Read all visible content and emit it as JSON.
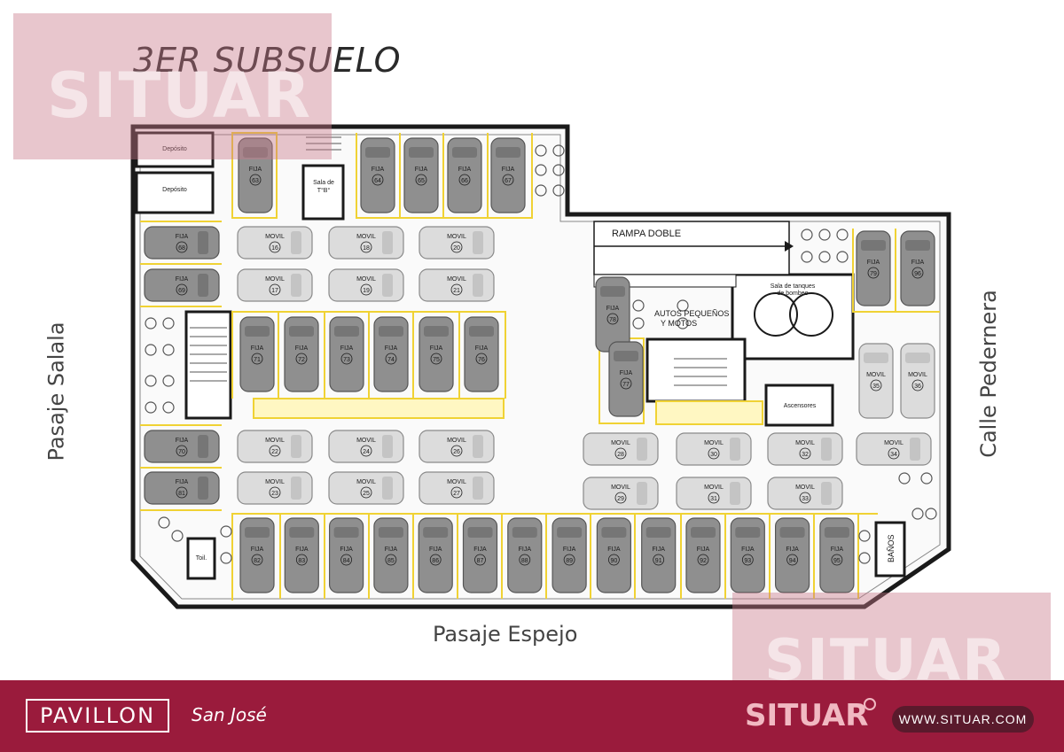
{
  "header": {
    "floor_title": "3ER SUBSUELO",
    "watermark": "SITUAR"
  },
  "streets": {
    "left": "Pasaje Salala",
    "right": "Calle Pedernera",
    "bottom": "Pasaje Espejo"
  },
  "footer": {
    "project": "PAVILLON",
    "location": "San José",
    "brand": "SITUAR",
    "website": "WWW.SITUAR.COM"
  },
  "rooms": {
    "deposito_1": "Depósito",
    "deposito_2": "Depósito",
    "sala_tgbt_1": "Sala de",
    "sala_tgbt_2": "T°B°",
    "rampa": "RAMPA DOBLE",
    "tanques_1": "Sala de tanques",
    "tanques_2": "de bombeo",
    "autos_1": "AUTOS PEQUEÑOS",
    "autos_2": "Y MOTOS",
    "ascensores": "Ascensores",
    "banos": "BAÑOS",
    "toilet": "Toil."
  },
  "fija_label": "FIJA",
  "movil_label": "MOVIL",
  "spots": {
    "fixed_top": [
      "63",
      "64",
      "65",
      "66",
      "67"
    ],
    "fixed_right_top": [
      "79",
      "96"
    ],
    "fixed_left": [
      "68",
      "69",
      "70",
      "81"
    ],
    "fixed_center": [
      "71",
      "72",
      "73",
      "74",
      "75",
      "76"
    ],
    "fixed_side": [
      "78",
      "77"
    ],
    "fixed_bottom": [
      "82",
      "83",
      "84",
      "85",
      "86",
      "87",
      "88",
      "89",
      "90",
      "91",
      "92",
      "93",
      "94",
      "95"
    ],
    "mobile_row1": [
      "16",
      "18",
      "20"
    ],
    "mobile_row2": [
      "17",
      "19",
      "21"
    ],
    "mobile_row3": [
      "22",
      "24",
      "26"
    ],
    "mobile_row4": [
      "23",
      "25",
      "27"
    ],
    "mobile_right_a": [
      "28",
      "30",
      "32",
      "34"
    ],
    "mobile_right_b": [
      "29",
      "31",
      "33"
    ],
    "mobile_right_v": [
      "35",
      "36"
    ]
  }
}
